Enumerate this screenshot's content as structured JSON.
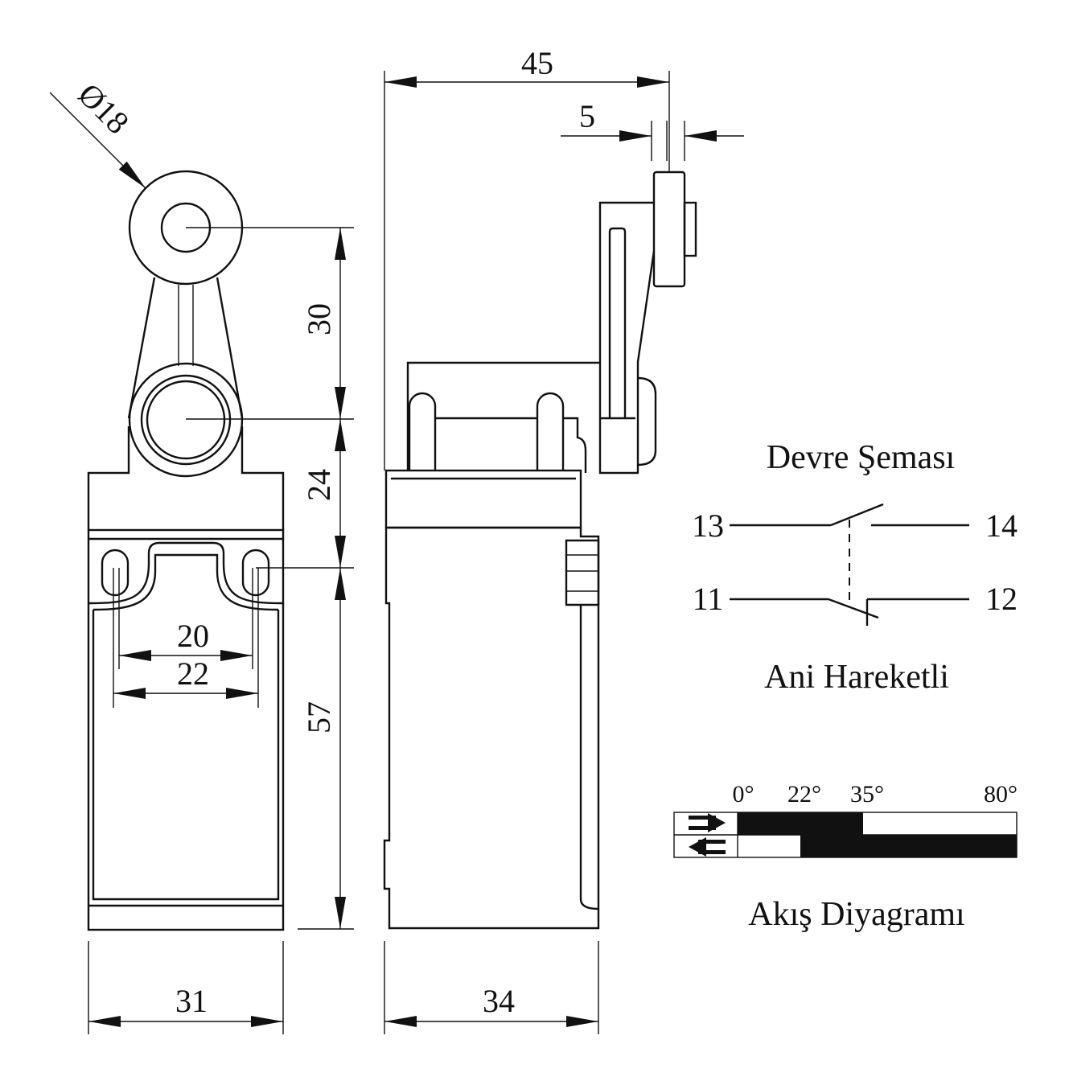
{
  "dimensions": {
    "roller_diameter": "Ø18",
    "total_depth": "45",
    "roller_width": "5",
    "lever_length": "30",
    "pivot_to_mount": "24",
    "mount_to_bottom": "57",
    "hole_spacing_inner": "20",
    "hole_spacing_outer": "22",
    "body_width": "31",
    "body_depth": "34"
  },
  "circuit": {
    "title": "Devre Şeması",
    "terminals": {
      "t13": "13",
      "t14": "14",
      "t11": "11",
      "t12": "12"
    },
    "subtitle": "Ani Hareketli"
  },
  "flow_diagram": {
    "title": "Akış Diyagramı",
    "angles": [
      "0°",
      "22°",
      "35°",
      "80°"
    ],
    "rows": [
      {
        "direction": "right-arrow-icon",
        "closed_range_deg": [
          0,
          35
        ]
      },
      {
        "direction": "left-arrow-icon",
        "closed_range_deg": [
          22,
          80
        ]
      }
    ]
  }
}
